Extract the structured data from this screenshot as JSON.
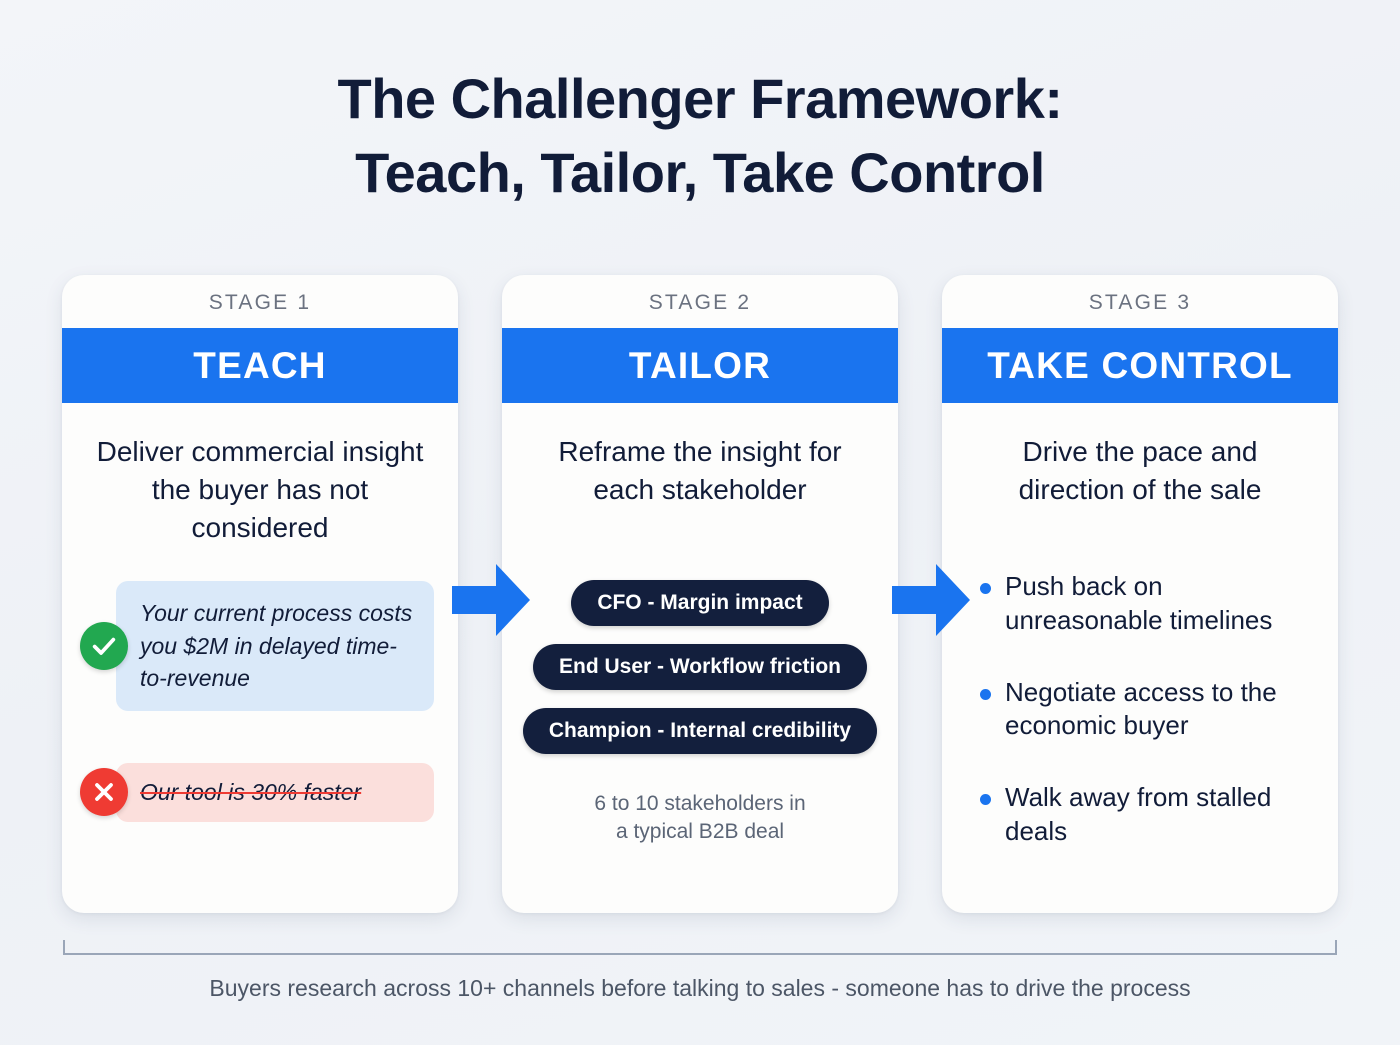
{
  "title": {
    "line1": "The Challenger Framework:",
    "line2": "Teach, Tailor, Take Control"
  },
  "colors": {
    "accent_blue": "#1a74ef",
    "navy": "#111c38",
    "good_green": "#22a850",
    "bad_red": "#ef3b33",
    "good_bubble_bg": "#dae9f9",
    "bad_bubble_bg": "#fbdfdc",
    "pill_bg": "#131f3d",
    "background": "#f1f4f8"
  },
  "stages": [
    {
      "stage_label": "STAGE 1",
      "name": "TEACH",
      "description": "Deliver commercial insight the buyer has not considered",
      "examples": [
        {
          "icon": "check-icon",
          "text": "Your current process costs you $2M in delayed time-to-revenue",
          "kind": "good"
        },
        {
          "icon": "x-icon",
          "text": "Our tool is 30% faster",
          "kind": "bad"
        }
      ]
    },
    {
      "stage_label": "STAGE 2",
      "name": "TAILOR",
      "description": "Reframe the insight for each stakeholder",
      "pills": [
        "CFO - Margin impact",
        "End User - Workflow friction",
        "Champion - Internal credibility"
      ],
      "note_line1": "6 to 10 stakeholders in",
      "note_line2": "a typical B2B deal"
    },
    {
      "stage_label": "STAGE 3",
      "name": "TAKE CONTROL",
      "description": "Drive the pace and direction of the sale",
      "bullets": [
        "Push back on unreasonable timelines",
        "Negotiate access to the economic buyer",
        "Walk away from stalled deals"
      ]
    }
  ],
  "arrows": [
    {
      "name": "arrow-stage1-to-stage2"
    },
    {
      "name": "arrow-stage2-to-stage3"
    }
  ],
  "footer": {
    "note": "Buyers research across 10+ channels before talking to sales - someone has to drive the process"
  }
}
